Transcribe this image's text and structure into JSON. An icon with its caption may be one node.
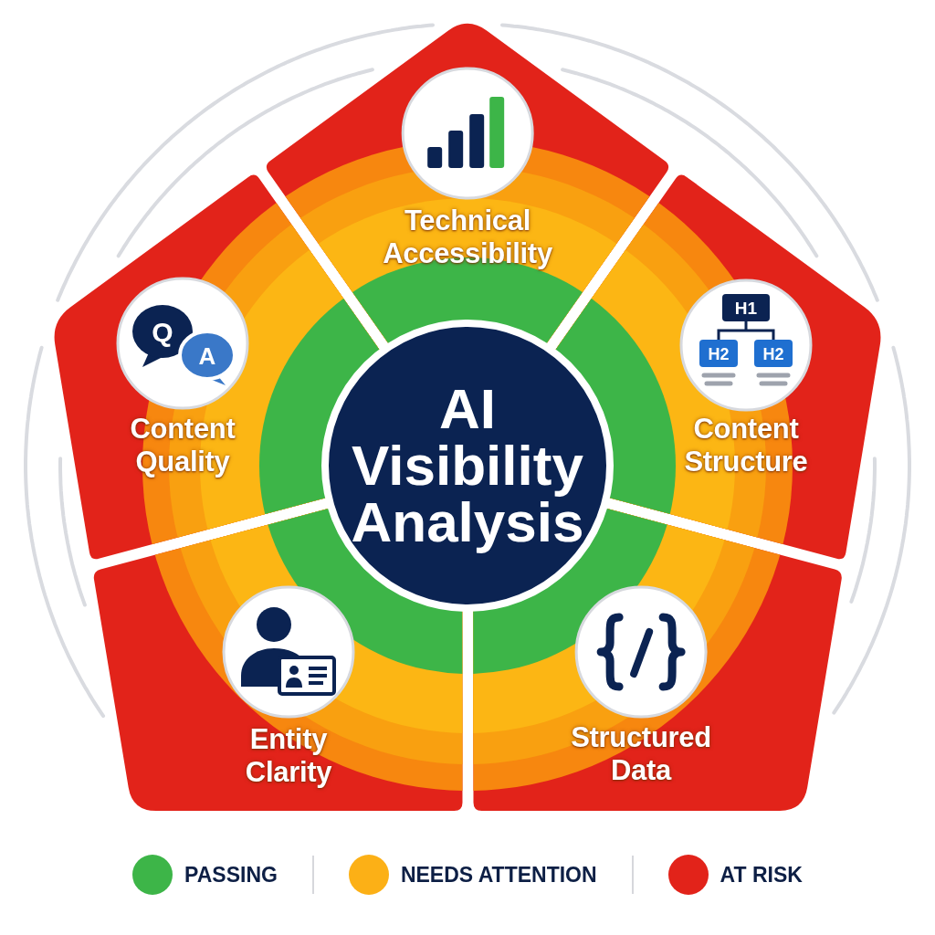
{
  "diagram": {
    "nodes": [
      {
        "text": [
          "AI Visibility Analysis"
        ]
      },
      {
        "text": [
          "Technical Accessibility"
        ]
      },
      {
        "text": [
          "Content Structure"
        ]
      },
      {
        "text": [
          "Structured Data"
        ]
      },
      {
        "text": [
          "Entity Clarity"
        ]
      },
      {
        "text": [
          "Content Quality"
        ]
      }
    ],
    "labels": [
      "H1",
      "Q",
      "A",
      "H2",
      "H2"
    ],
    "legend": [
      {
        "text": "PASSING",
        "color": "#3db548"
      },
      {
        "text": "NEEDS ATTENTION",
        "color": "#fcb016"
      },
      {
        "text": "AT RISK",
        "color": "#e2231a"
      }
    ]
  }
}
